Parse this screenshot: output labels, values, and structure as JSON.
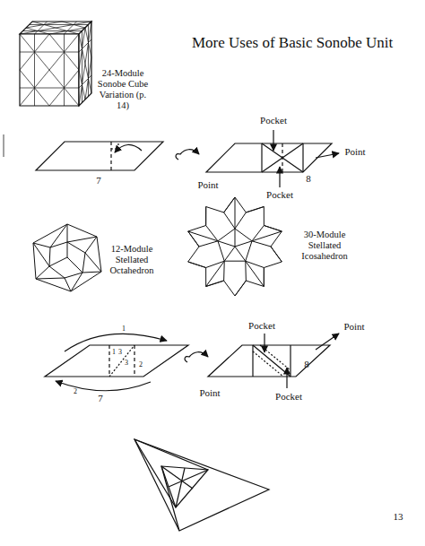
{
  "diagram": {
    "title": "More Uses of Basic Sonobe Unit",
    "labels": [
      "24-Module Sonobe Cube Variation (p. 14)",
      "Pocket",
      "Point",
      "8",
      "7",
      "Point",
      "Pocket",
      "12-Module Stellated Octahedron",
      "30-Module Stellated Icosahedron",
      "1",
      "1",
      "3",
      "3",
      "2",
      "2",
      "7",
      "Pocket",
      "Point",
      "8",
      "Point",
      "Pocket",
      "13"
    ]
  }
}
